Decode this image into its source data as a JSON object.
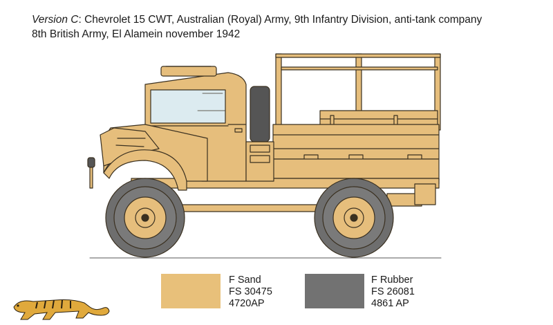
{
  "caption": {
    "version_label": "Version C",
    "line1_rest": ": Chevrolet 15 CWT, Australian (Royal) Army, 9th Infantry Division, anti-tank company",
    "line2": "8th British Army, El Alamein november 1942"
  },
  "drawing": {
    "subject": "truck-side-view",
    "colors": {
      "sand": "#E6BE7C",
      "rubber": "#707070",
      "outline": "#3a3020",
      "glass": "#DCEBF0"
    }
  },
  "swatches": [
    {
      "color": "#E8C07A",
      "name": "F Sand",
      "fs": "FS 30475",
      "code": "4720AP"
    },
    {
      "color": "#727272",
      "name": "F Rubber",
      "fs": "FS 26081",
      "code": "4861 AP"
    }
  ],
  "logo": {
    "icon": "tiger-logo-icon",
    "color": "#E0A93C"
  }
}
